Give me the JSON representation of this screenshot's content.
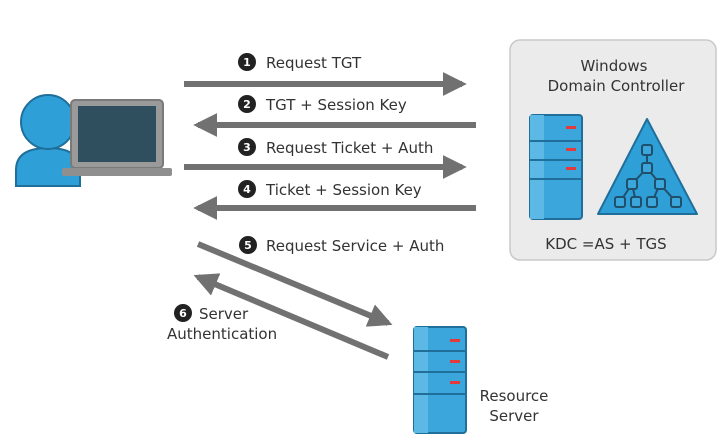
{
  "domain_controller": {
    "title_line1": "Windows",
    "title_line2": "Domain Controller",
    "caption": "KDC =AS + TGS"
  },
  "resource_server": {
    "label_line1": "Resource",
    "label_line2": "Server"
  },
  "steps": [
    {
      "num": "1",
      "label": "Request TGT"
    },
    {
      "num": "2",
      "label": "TGT + Session Key"
    },
    {
      "num": "3",
      "label": "Request Ticket + Auth"
    },
    {
      "num": "4",
      "label": "Ticket + Session Key"
    },
    {
      "num": "5",
      "label": "Request Service + Auth"
    },
    {
      "num": "6",
      "label_line1": "Server",
      "label_line2": "Authentication"
    }
  ],
  "colors": {
    "arrow": "#717171",
    "accent_blue": "#2f9fd8",
    "server_blue": "#3aa6dc",
    "server_dark": "#1f6f9a",
    "led": "#e23b3b",
    "panel_bg": "#ebebeb",
    "panel_border": "#c9c9c9",
    "screen": "#2f4f5f",
    "laptop_frame": "#8f8f8f"
  }
}
